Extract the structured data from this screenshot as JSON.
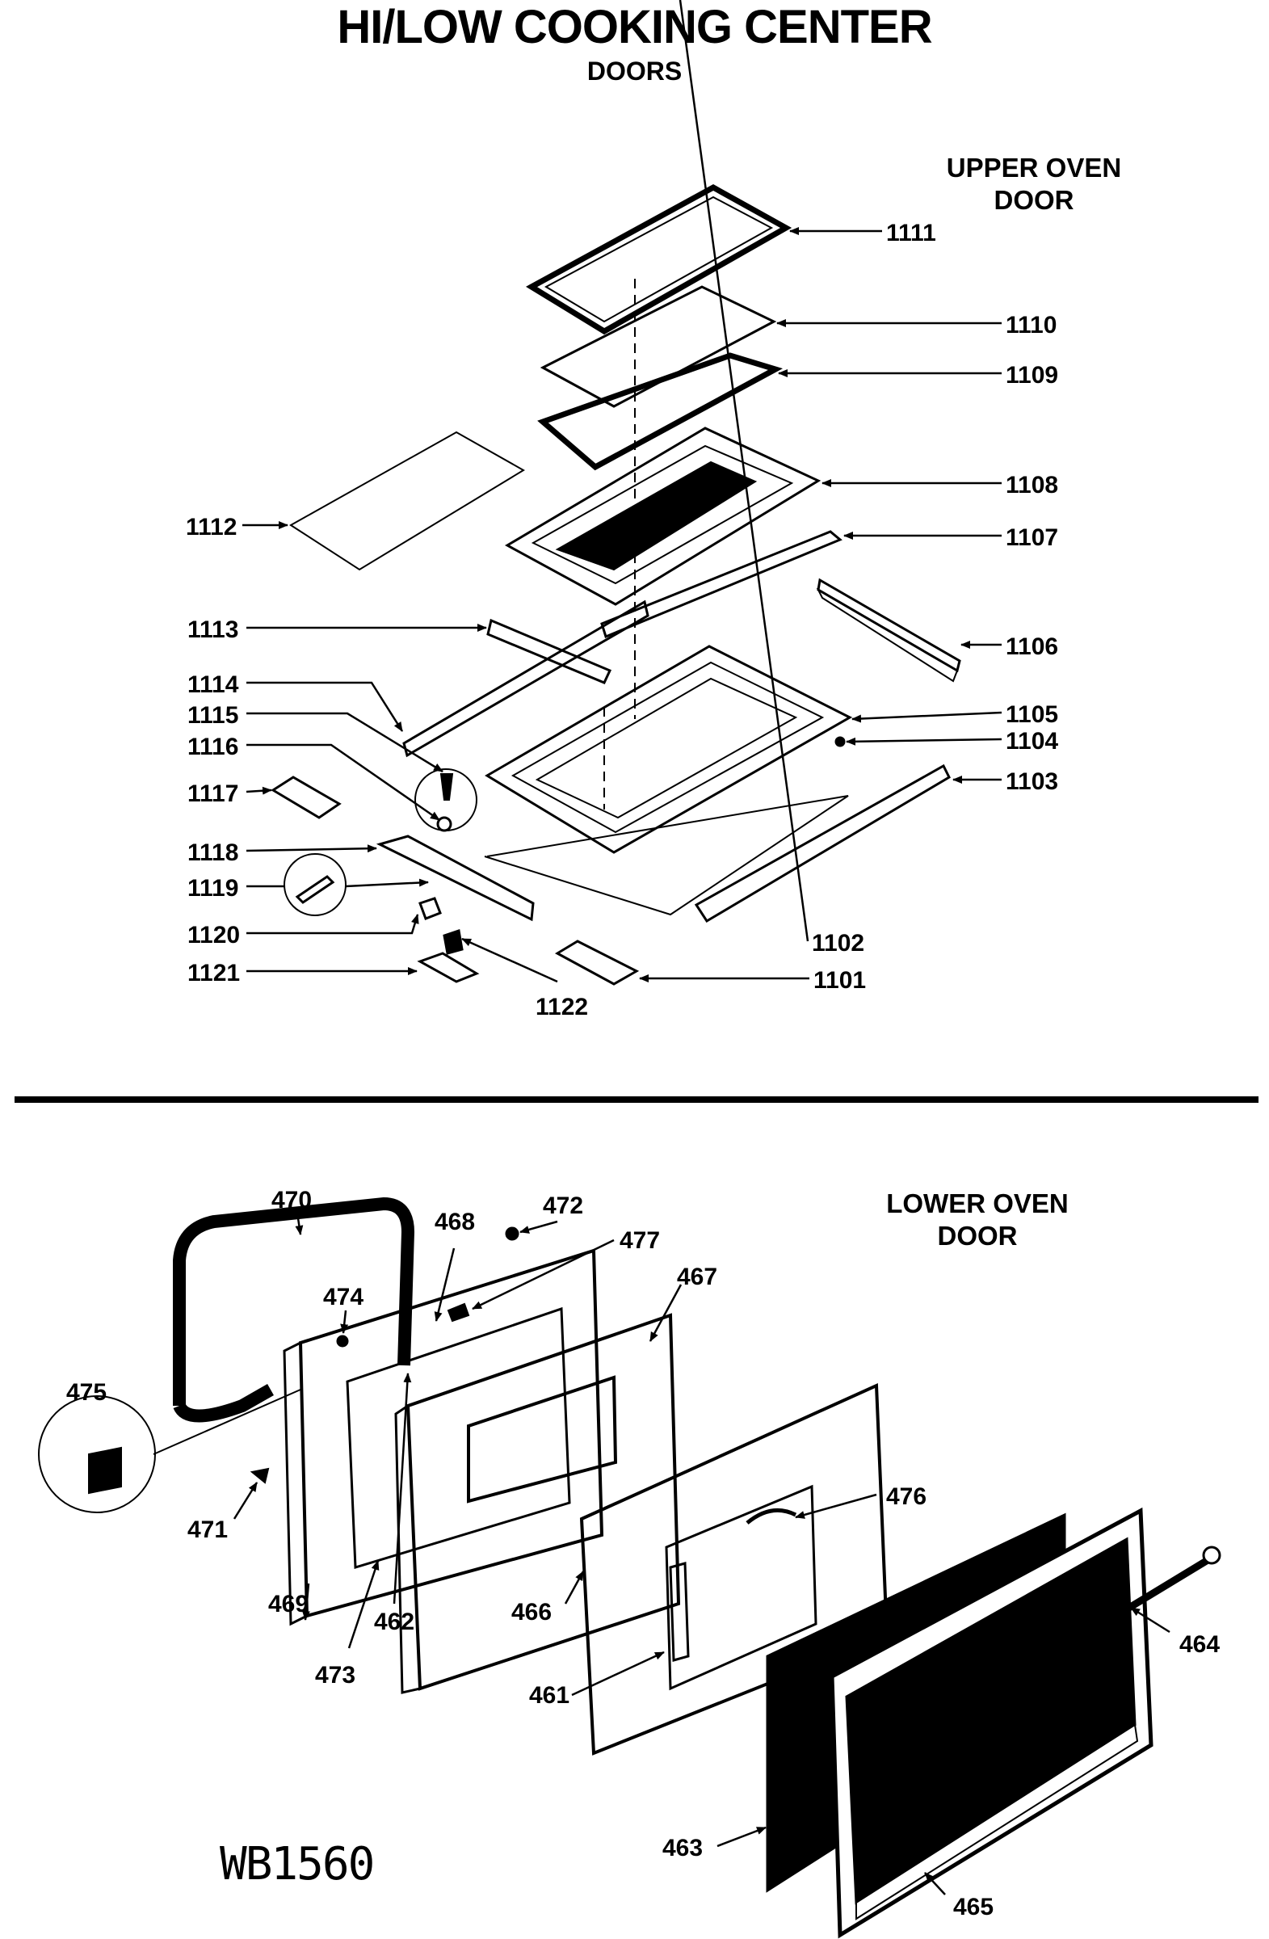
{
  "title": "HI/LOW COOKING CENTER",
  "subtitle": "DOORS",
  "upper_section": {
    "line1": "UPPER OVEN",
    "line2": "DOOR"
  },
  "lower_section": {
    "line1": "LOWER OVEN",
    "line2": "DOOR"
  },
  "model_code": "WB1560",
  "colors": {
    "ink": "#000000",
    "paper": "#ffffff"
  },
  "upper_parts": [
    "1111",
    "1110",
    "1109",
    "1108",
    "1107",
    "1106",
    "1105",
    "1104",
    "1103",
    "1102",
    "1101",
    "1112",
    "1113",
    "1114",
    "1115",
    "1116",
    "1117",
    "1118",
    "1119",
    "1120",
    "1121",
    "1122"
  ],
  "lower_parts": [
    "470",
    "468",
    "472",
    "477",
    "467",
    "474",
    "475",
    "471",
    "469",
    "473",
    "462",
    "466",
    "476",
    "461",
    "464",
    "463",
    "465"
  ]
}
